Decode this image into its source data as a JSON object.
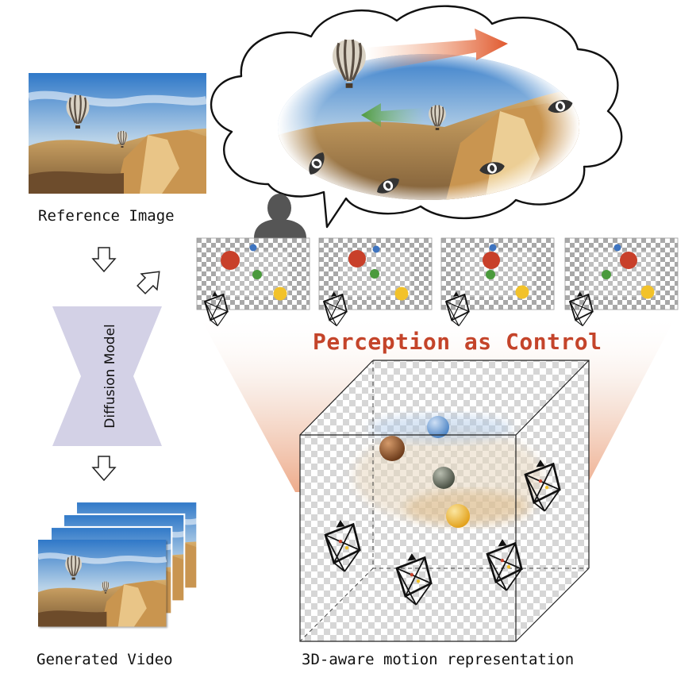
{
  "labels": {
    "reference_image": "Reference Image",
    "diffusion_model": "Diffusion Model",
    "generated_video": "Generated Video",
    "perception_as_control": "Perception as Control",
    "motion_representation": "3D-aware motion representation"
  },
  "colors": {
    "title_red": "#c4442a",
    "diffusion_fill": "#d3d1e6",
    "sky_blue": "#3f86cf",
    "sand": "#c89a55",
    "arrow_orange": "#e0582e",
    "arrow_green": "#4f9a3c",
    "sphere_red": "#c8402a",
    "sphere_blue": "#3e74c0",
    "sphere_green": "#4a9a3c",
    "sphere_yellow": "#f2c22a"
  },
  "icons": [
    "eye-icon",
    "person-icon",
    "camera-icon",
    "down-arrow-icon",
    "feedback-arrow-icon",
    "balloon-icon"
  ]
}
